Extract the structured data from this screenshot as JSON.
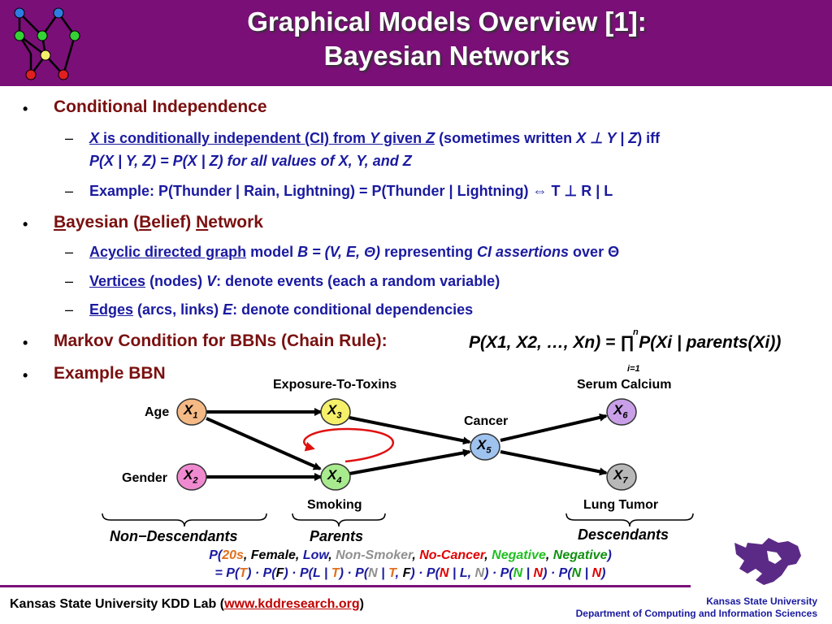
{
  "title": {
    "line1": "Graphical Models Overview [1]:",
    "line2": "Bayesian Networks"
  },
  "colors": {
    "header": "#7a0f78",
    "bullet_red": "#7a1010",
    "sub_blue": "#1a1aa0"
  },
  "bullets": {
    "b1": "Conditional Independence",
    "b1_sub1": {
      "x": "X",
      "ci_text": " is conditionally independent (CI) from ",
      "y": "Y",
      "given": " given ",
      "z": "Z",
      "rest1": " (sometimes written ",
      "notation": "X ⊥ Y | Z",
      "iff": ") iff",
      "line2": "P(X | Y, Z) = P(X | Z) for all values of X, Y, and Z"
    },
    "b1_sub2": "Example: P(Thunder | Rain, Lightning) = P(Thunder | Lightning) ⇔ T ⊥ R | L",
    "b2": {
      "B": "B",
      "a": "ayesian (",
      "B2": "B",
      "b": "elief) ",
      "N": "N",
      "c": "etwork"
    },
    "b2_sub1": {
      "link": "Acyclic directed graph",
      "rest": " model ",
      "model": "B = (V, E, Θ)",
      "rep": " representing ",
      "ci": "CI assertions",
      "over": " over Θ"
    },
    "b2_sub2": {
      "link": "Vertices",
      "rest": " (nodes) ",
      "v": "V",
      "desc": ": denote events (each a random variable)"
    },
    "b2_sub3": {
      "link": "Edges",
      "rest": " (arcs, links) ",
      "e": "E",
      "desc": ": denote conditional dependencies"
    },
    "b3": "Markov Condition for BBNs (Chain Rule):",
    "b4": "Example BBN"
  },
  "formula": {
    "text": "P(X1, X2, …, Xn) = ∏ P(Xi | parents(Xi))",
    "upper": "n",
    "lower": "i=1"
  },
  "diagram": {
    "nodes": {
      "x1": {
        "label": "X",
        "sub": "1",
        "color": "#f5b985"
      },
      "x2": {
        "label": "X",
        "sub": "2",
        "color": "#f08ad0"
      },
      "x3": {
        "label": "X",
        "sub": "3",
        "color": "#f5ef6a"
      },
      "x4": {
        "label": "X",
        "sub": "4",
        "color": "#a8ea8e"
      },
      "x5": {
        "label": "X",
        "sub": "5",
        "color": "#9fc3ef"
      },
      "x6": {
        "label": "X",
        "sub": "6",
        "color": "#c9a0e8"
      },
      "x7": {
        "label": "X",
        "sub": "7",
        "color": "#b8b8b8"
      }
    },
    "labels": {
      "age": "Age",
      "gender": "Gender",
      "exposure": "Exposure-To-Toxins",
      "smoking": "Smoking",
      "cancer": "Cancer",
      "serum": "Serum Calcium",
      "tumor": "Lung Tumor"
    },
    "braces": {
      "non_desc": "Non−Descendants",
      "parents": "Parents",
      "descendants": "Descendants"
    }
  },
  "probability": {
    "line1": [
      {
        "t": "P(",
        "c": "#1a1aa0"
      },
      {
        "t": "20s",
        "c": "#e07020"
      },
      {
        "t": ", ",
        "c": "#000000"
      },
      {
        "t": "Female",
        "c": "#000000"
      },
      {
        "t": ", ",
        "c": "#000000"
      },
      {
        "t": "Low",
        "c": "#1a1aa0"
      },
      {
        "t": ", ",
        "c": "#000000"
      },
      {
        "t": "Non-Smoker",
        "c": "#909090"
      },
      {
        "t": ", ",
        "c": "#000000"
      },
      {
        "t": "No-Cancer",
        "c": "#e00000"
      },
      {
        "t": ", ",
        "c": "#000000"
      },
      {
        "t": "Negative",
        "c": "#20c020"
      },
      {
        "t": ", ",
        "c": "#000000"
      },
      {
        "t": "Negative",
        "c": "#109010"
      },
      {
        "t": ")",
        "c": "#1a1aa0"
      }
    ],
    "line2": [
      {
        "t": "= P(",
        "c": "#1a1aa0"
      },
      {
        "t": "T",
        "c": "#e07020"
      },
      {
        "t": ") · P(",
        "c": "#1a1aa0"
      },
      {
        "t": "F",
        "c": "#000000"
      },
      {
        "t": ") · P(",
        "c": "#1a1aa0"
      },
      {
        "t": "L",
        "c": "#1a1aa0"
      },
      {
        "t": " | ",
        "c": "#1a1aa0"
      },
      {
        "t": "T",
        "c": "#e07020"
      },
      {
        "t": ") · P(",
        "c": "#1a1aa0"
      },
      {
        "t": "N",
        "c": "#909090"
      },
      {
        "t": " | ",
        "c": "#1a1aa0"
      },
      {
        "t": "T",
        "c": "#e07020"
      },
      {
        "t": ", ",
        "c": "#1a1aa0"
      },
      {
        "t": "F",
        "c": "#000000"
      },
      {
        "t": ") · P(",
        "c": "#1a1aa0"
      },
      {
        "t": "N",
        "c": "#e00000"
      },
      {
        "t": " | ",
        "c": "#1a1aa0"
      },
      {
        "t": "L",
        "c": "#1a1aa0"
      },
      {
        "t": ", ",
        "c": "#1a1aa0"
      },
      {
        "t": "N",
        "c": "#909090"
      },
      {
        "t": ") · P(",
        "c": "#1a1aa0"
      },
      {
        "t": "N",
        "c": "#20c020"
      },
      {
        "t": " | ",
        "c": "#1a1aa0"
      },
      {
        "t": "N",
        "c": "#e00000"
      },
      {
        "t": ") · P(",
        "c": "#1a1aa0"
      },
      {
        "t": "N",
        "c": "#109010"
      },
      {
        "t": " | ",
        "c": "#1a1aa0"
      },
      {
        "t": "N",
        "c": "#e00000"
      },
      {
        "t": ")",
        "c": "#1a1aa0"
      }
    ]
  },
  "footer": {
    "left_prefix": "Kansas State University KDD Lab (",
    "link": "www.kddresearch.org",
    "left_suffix": ")",
    "right1": "Kansas State University",
    "right2": "Department of Computing and Information Sciences"
  }
}
